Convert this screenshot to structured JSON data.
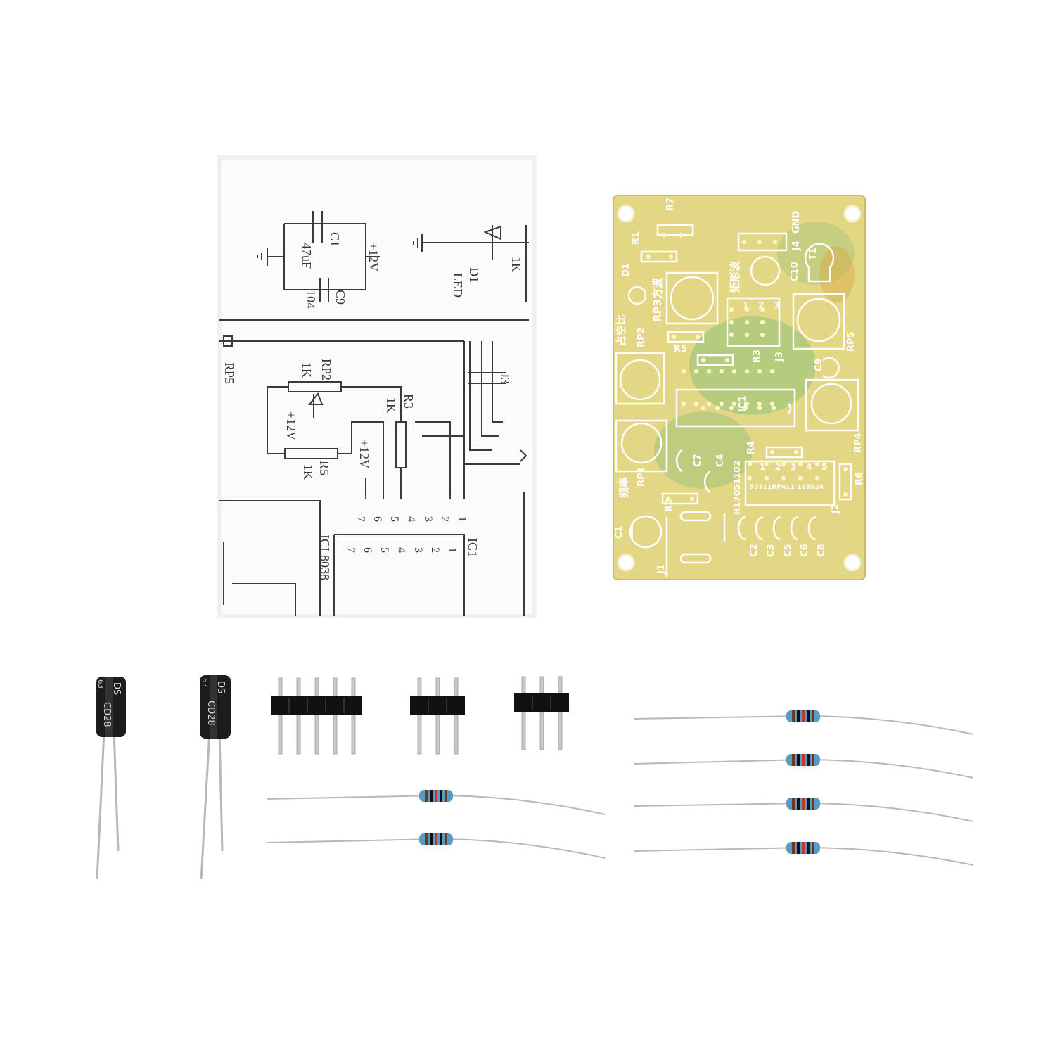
{
  "scene": {
    "background": "#ffffff",
    "colors": {
      "pcb": "#e3d684",
      "pcb_edge": "#c9bb63",
      "pcb_green": "#8fc27a",
      "silk": "#ffffff",
      "paper": "#fbfbfb",
      "ink": "#3a3a3a",
      "capacitor_body": "#1c1c1c",
      "header_plastic": "#111111",
      "pin": "#c8c8c8",
      "resistor_body": "#5a9bc4",
      "lead": "#b8b8b8"
    }
  },
  "schematic": {
    "capacitor_c1": "C1",
    "capacitor_c1_value": "47uF",
    "supply_top": "+12V",
    "capacitor_c9": "C9",
    "capacitor_c9_value": "104",
    "led_resistor": "1K",
    "diode": "D1",
    "led": "LED",
    "rp5": "RP5",
    "rp2": "RP2",
    "rp2_value": "1K",
    "supply_rp2": "+12V",
    "r3": "R3",
    "r3_value": "1K",
    "r5": "R5",
    "r5_value": "1K",
    "supply_left": "+12V",
    "j3": "J3",
    "ic_name": "ICL8038",
    "ic_ref": "IC1",
    "pins_top": [
      "1",
      "2",
      "3",
      "4",
      "5",
      "6",
      "7"
    ],
    "pins_ic": [
      "1",
      "2",
      "3",
      "4",
      "5",
      "6",
      "7"
    ]
  },
  "pcb": {
    "r7": "R7",
    "r1": "R1",
    "j4": "J4",
    "gnd": "GND",
    "rect_wave": "矩形波",
    "c10": "C10",
    "t1": "T1",
    "d1": "D1",
    "rp3": "RP3方波",
    "duty": "占空比",
    "rp2": "RP2",
    "r5": "R5",
    "j3_pins": [
      "1",
      "2",
      "3"
    ],
    "r3": "R3",
    "j3": "J3",
    "rp5": "RP5",
    "c9": "C9",
    "ic1": "IC1",
    "rp4": "RP4",
    "r4": "R4",
    "c7": "C7",
    "c4": "C4",
    "board_code": "H17051102",
    "rp1": "RP1",
    "freq": "频率",
    "j2_pins": [
      "1",
      "2",
      "3",
      "4",
      "5"
    ],
    "j2_code": "53711RP411-181024",
    "r6": "R6",
    "r2": "R2",
    "j2": "J2",
    "c1": "C1",
    "j1": "J1",
    "caps_bottom": [
      "C2",
      "C3",
      "C5",
      "C6",
      "C8"
    ]
  },
  "capacitors": [
    {
      "print1": "DS",
      "print2": "CD28",
      "print3": "63"
    },
    {
      "print1": "DS",
      "print2": "CD28",
      "print3": "63"
    }
  ]
}
